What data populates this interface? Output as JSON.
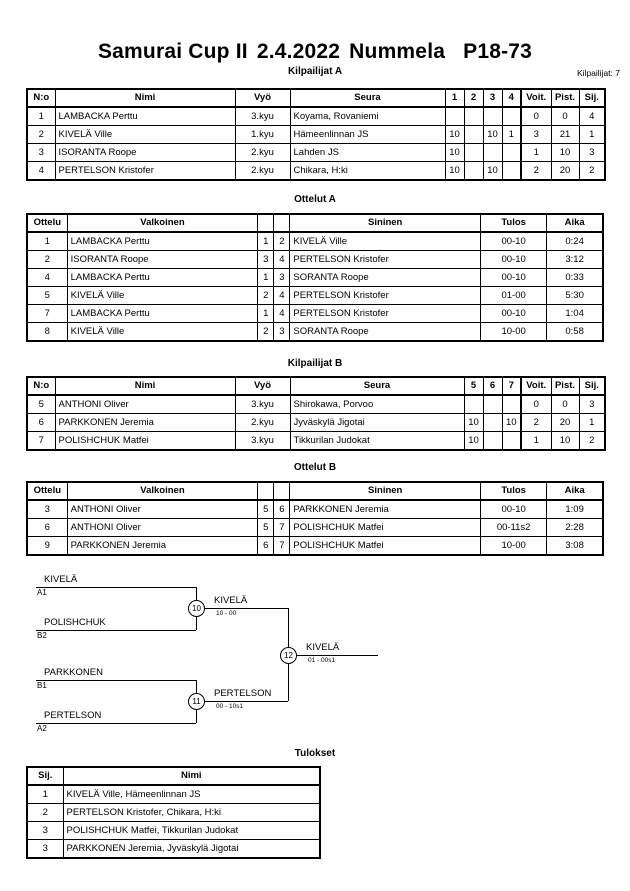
{
  "title": {
    "event": "Samurai Cup II",
    "date": "2.4.2022",
    "place": "Nummela",
    "category": "P18-73"
  },
  "entrants_label": "Kilpailijat: 7",
  "sections": {
    "pool_a": "Kilpailijat A",
    "matches_a": "Ottelut A",
    "pool_b": "Kilpailijat B",
    "matches_b": "Ottelut B",
    "results": "Tulokset"
  },
  "pool_a": {
    "headers": [
      "N:o",
      "Nimi",
      "Vyö",
      "Seura",
      "1",
      "2",
      "3",
      "4",
      "Voit.",
      "Pist.",
      "Sij."
    ],
    "rows": [
      {
        "no": "1",
        "name": "LAMBACKA Perttu",
        "belt": "3.kyu",
        "club": "Koyama, Rovaniemi",
        "m": [
          "",
          "",
          "",
          ""
        ],
        "wins": "0",
        "points": "0",
        "rank": "4"
      },
      {
        "no": "2",
        "name": "KIVELÄ Ville",
        "belt": "1.kyu",
        "club": "Hämeenlinnan JS",
        "m": [
          "10",
          "",
          "10",
          "1"
        ],
        "wins": "3",
        "points": "21",
        "rank": "1"
      },
      {
        "no": "3",
        "name": "ISORANTA Roope",
        "belt": "2.kyu",
        "club": "Lahden JS",
        "m": [
          "10",
          "",
          "",
          ""
        ],
        "wins": "1",
        "points": "10",
        "rank": "3"
      },
      {
        "no": "4",
        "name": "PERTELSON Kristofer",
        "belt": "2.kyu",
        "club": "Chikara, H:ki",
        "m": [
          "10",
          "",
          "10",
          ""
        ],
        "wins": "2",
        "points": "20",
        "rank": "2"
      }
    ]
  },
  "matches_a": {
    "headers": [
      "Ottelu",
      "Valkoinen",
      "",
      "",
      "Sininen",
      "Tulos",
      "Aika"
    ],
    "rows": [
      {
        "no": "1",
        "white": "LAMBACKA Perttu",
        "wn": "1",
        "bn": "2",
        "blue": "KIVELÄ Ville",
        "blue_indent": false,
        "result": "00-10",
        "time": "0:24"
      },
      {
        "no": "2",
        "white": "ISORANTA Roope",
        "wn": "3",
        "bn": "4",
        "blue": "PERTELSON Kristofer",
        "blue_indent": false,
        "result": "00-10",
        "time": "3:12"
      },
      {
        "no": "4",
        "white": "LAMBACKA Perttu",
        "wn": "1",
        "bn": "3",
        "blue": "SORANTA Roope",
        "blue_indent": true,
        "result": "00-10",
        "time": "0:33"
      },
      {
        "no": "5",
        "white": "KIVELÄ Ville",
        "wn": "2",
        "bn": "4",
        "blue": "PERTELSON Kristofer",
        "blue_indent": false,
        "result": "01-00",
        "time": "5:30"
      },
      {
        "no": "7",
        "white": "LAMBACKA Perttu",
        "wn": "1",
        "bn": "4",
        "blue": "PERTELSON Kristofer",
        "blue_indent": false,
        "result": "00-10",
        "time": "1:04"
      },
      {
        "no": "8",
        "white": "KIVELÄ Ville",
        "wn": "2",
        "bn": "3",
        "blue": "SORANTA Roope",
        "blue_indent": true,
        "result": "10-00",
        "time": "0:58"
      }
    ]
  },
  "pool_b": {
    "headers": [
      "N:o",
      "Nimi",
      "Vyö",
      "Seura",
      "5",
      "6",
      "7",
      "Voit.",
      "Pist.",
      "Sij."
    ],
    "rows": [
      {
        "no": "5",
        "name": "ANTHONI Oliver",
        "belt": "3.kyu",
        "club": "Shirokawa, Porvoo",
        "m": [
          "",
          "",
          ""
        ],
        "wins": "0",
        "points": "0",
        "rank": "3"
      },
      {
        "no": "6",
        "name": "PARKKONEN Jeremia",
        "belt": "2.kyu",
        "club": "Jyväskylä Jigotai",
        "m": [
          "10",
          "",
          "10"
        ],
        "wins": "2",
        "points": "20",
        "rank": "1"
      },
      {
        "no": "7",
        "name": "POLISHCHUK Matfei",
        "belt": "3.kyu",
        "club": "Tikkurilan Judokat",
        "m": [
          "10",
          "",
          ""
        ],
        "wins": "1",
        "points": "10",
        "rank": "2"
      }
    ]
  },
  "matches_b": {
    "headers": [
      "Ottelu",
      "Valkoinen",
      "",
      "",
      "Sininen",
      "Tulos",
      "Aika"
    ],
    "rows": [
      {
        "no": "3",
        "white": "ANTHONI Oliver",
        "wn": "5",
        "bn": "6",
        "blue": "PARKKONEN Jeremia",
        "blue_indent": false,
        "result": "00-10",
        "time": "1:09"
      },
      {
        "no": "6",
        "white": "ANTHONI Oliver",
        "wn": "5",
        "bn": "7",
        "blue": "POLISHCHUK Matfei",
        "blue_indent": false,
        "result": "00-11s2",
        "time": "2:28"
      },
      {
        "no": "9",
        "white": "PARKKONEN Jeremia",
        "wn": "6",
        "bn": "7",
        "blue": "POLISHCHUK Matfei",
        "blue_indent": false,
        "result": "10-00",
        "time": "3:08"
      }
    ]
  },
  "bracket": {
    "entries": [
      {
        "name": "KIVELÄ",
        "seed": "A1"
      },
      {
        "name": "POLISHCHUK",
        "seed": "B2"
      },
      {
        "name": "PARKKONEN",
        "seed": "B1"
      },
      {
        "name": "PERTELSON",
        "seed": "A2"
      }
    ],
    "nodes": [
      {
        "no": "10",
        "winner": "KIVELÄ",
        "score": "10 - 00"
      },
      {
        "no": "11",
        "winner": "PERTELSON",
        "score": "00 - 10s1"
      },
      {
        "no": "12",
        "winner": "KIVELÄ",
        "score": "01 - 00s1"
      }
    ]
  },
  "results": {
    "headers": [
      "Sij.",
      "Nimi"
    ],
    "rows": [
      {
        "rank": "1",
        "name": "KIVELÄ Ville, Hämeenlinnan JS"
      },
      {
        "rank": "2",
        "name": "PERTELSON Kristofer, Chikara, H:ki"
      },
      {
        "rank": "3",
        "name": "POLISHCHUK Matfei, Tikkurilan Judokat"
      },
      {
        "rank": "3",
        "name": "PARKKONEN Jeremia, Jyväskylä Jigotai"
      }
    ]
  }
}
